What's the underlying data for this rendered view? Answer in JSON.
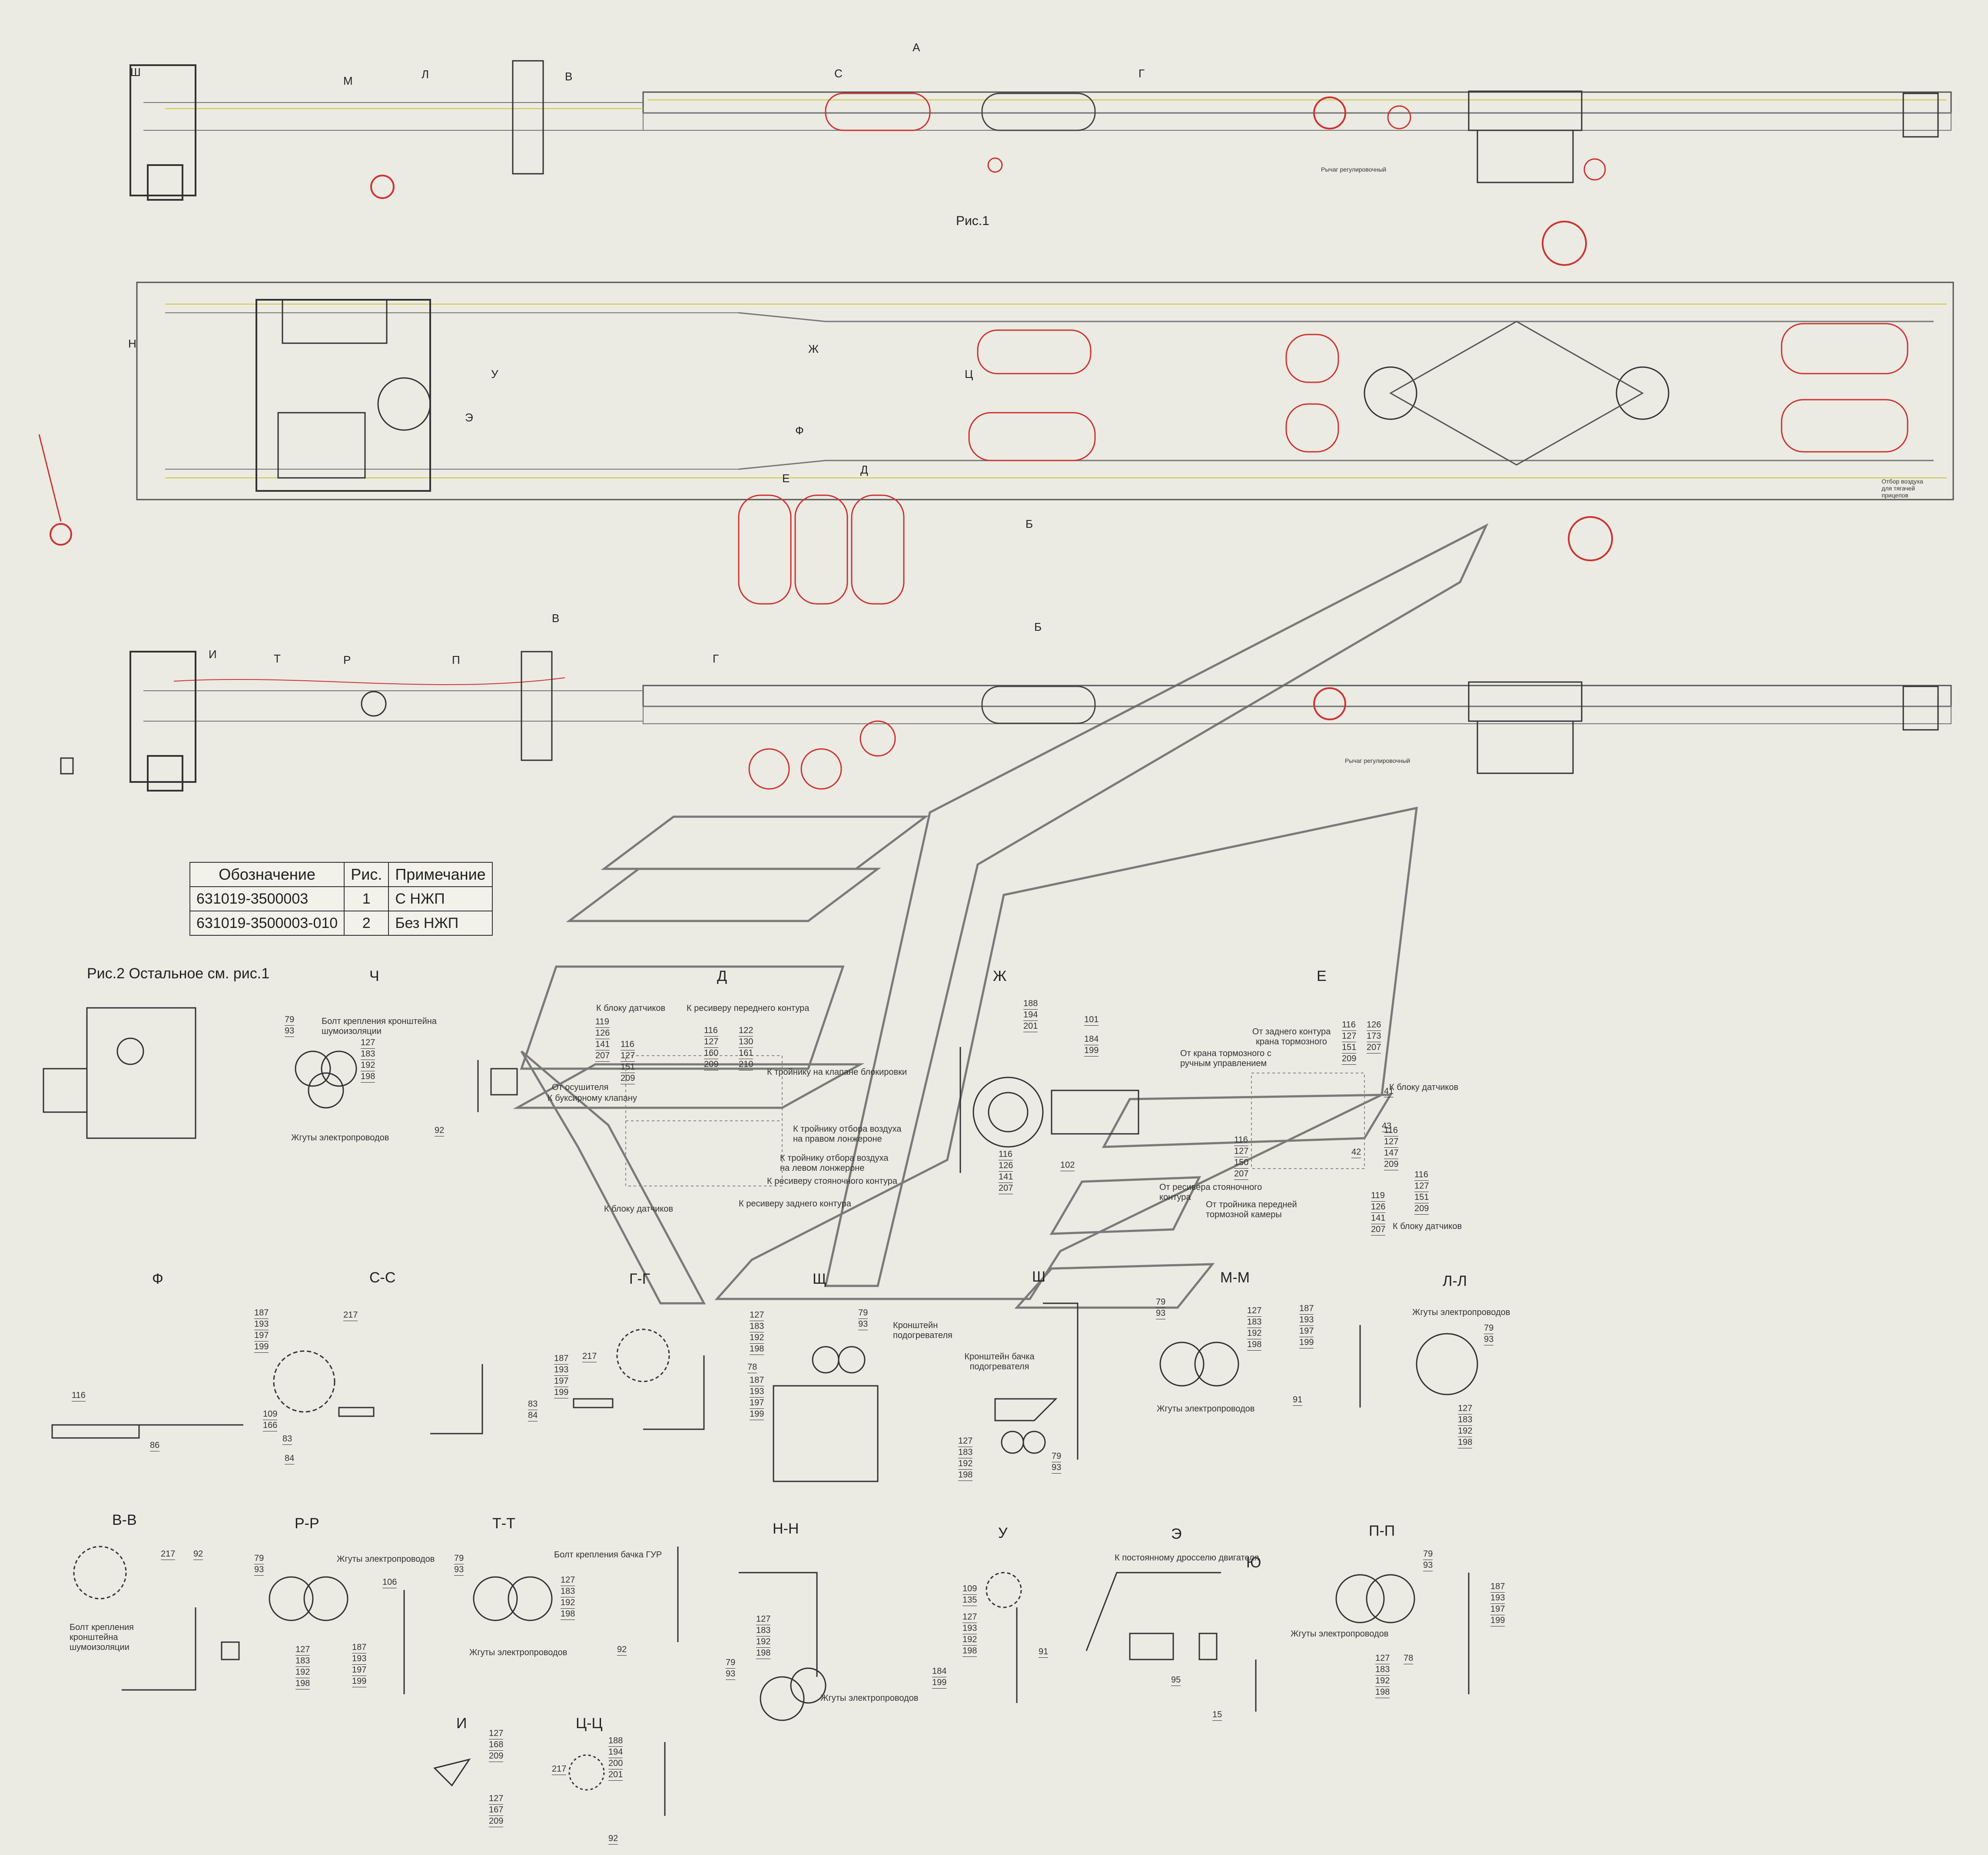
{
  "figure1": {
    "title": "Рис.1"
  },
  "figure2": {
    "title": "Рис.2 Остальное см. рис.1"
  },
  "table": {
    "headers": [
      "Обозначение",
      "Рис.",
      "Примечание"
    ],
    "rows": [
      [
        "631019-3500003",
        "1",
        "С НЖП"
      ],
      [
        "631019-3500003-010",
        "2",
        "Без НЖП"
      ]
    ]
  },
  "views": {
    "top": [
      "Ш",
      "М",
      "Л",
      "В",
      "А",
      "С",
      "Г"
    ],
    "middle": [
      "Н",
      "У",
      "Э",
      "Ж",
      "Ц",
      "Ф",
      "Д",
      "Е",
      "Б"
    ],
    "bottom": [
      "Т",
      "Р",
      "И",
      "П",
      "В",
      "Г",
      "Б"
    ]
  },
  "sections": {
    "ch": "Ч",
    "d": "Д",
    "zh": "Ж",
    "e": "Е",
    "f": "Ф",
    "cc": "С-С",
    "gg": "Г-Г",
    "shch": "Щ",
    "sh": "Ш",
    "mm": "М-М",
    "ll": "Л-Л",
    "vv": "В-В",
    "rr": "Р-Р",
    "tt": "Т-Т",
    "nn": "Н-Н",
    "u": "У",
    "e2": "Э",
    "yu": "Ю",
    "pp": "П-П",
    "i": "И",
    "tsts": "Ц-Ц"
  },
  "annotations": {
    "bolt_noise": "Болт крепления кронштейна шумоизоляции",
    "harness": "Жгуты электропроводов",
    "to_sensor_block": "К блоку датчиков",
    "to_front_receiver": "К ресиверу переднего контура",
    "to_tee_block_valve": "К тройнику на клапане блокировки",
    "from_dryer": "От осушителя",
    "to_tow_valve": "К буксирному клапану",
    "tee_right": "К тройнику отбора воздуха на правом лонжероне",
    "tee_left": "К тройнику отбора воздуха на левом лонжероне",
    "to_parking_receiver": "К ресиверу стояночного контура",
    "to_rear_receiver": "К ресиверу заднего контура",
    "from_rear_circuit": "От заднего контура крана тормозного",
    "from_hand_brake": "От крана тормозного с ручным управлением",
    "from_parking_receiver": "От ресивера стояночного контура",
    "from_front_tee": "От тройника передней тормозной камеры",
    "heater_bracket": "Кронштейн подогревателя",
    "heater_tank_bracket": "Кронштейн бачка подогревателя",
    "bolt_gur": "Болт крепления бачка ГУР",
    "to_const_throttle": "К постоянному дросселю двигателя",
    "adj_lever": "Рычаг регулировочный",
    "air_trailer": "Отбор воздуха для тягачей прицепов"
  },
  "sections_notes": {
    "ch": [
      "79",
      "93",
      "127",
      "183",
      "192",
      "198",
      "92"
    ],
    "f": [
      "116",
      "86"
    ],
    "cc": [
      "187",
      "193",
      "197",
      "199",
      "217",
      "109",
      "166",
      "83",
      "84"
    ],
    "gg": [
      "187",
      "193",
      "197",
      "199",
      "217",
      "83",
      "84"
    ],
    "shch": [
      "127",
      "183",
      "192",
      "198",
      "79",
      "93",
      "78",
      "187",
      "193",
      "197",
      "199"
    ],
    "sh": [
      "127",
      "183",
      "192",
      "198",
      "79",
      "93"
    ],
    "mm": [
      "79",
      "93",
      "127",
      "183",
      "192",
      "198",
      "187",
      "193",
      "197",
      "199",
      "91"
    ],
    "ll": [
      "79",
      "93",
      "127",
      "183",
      "192",
      "198"
    ],
    "vv": [
      "217",
      "92"
    ],
    "rr": [
      "79",
      "93",
      "106",
      "127",
      "183",
      "192",
      "198",
      "187",
      "193",
      "197",
      "199"
    ],
    "tt": [
      "79",
      "93",
      "127",
      "183",
      "192",
      "198",
      "92"
    ],
    "nn": [
      "127",
      "183",
      "192",
      "198",
      "79",
      "93"
    ],
    "u": [
      "109",
      "135",
      "127",
      "193",
      "192",
      "198",
      "91",
      "184",
      "199"
    ],
    "e2": [
      "95",
      "15"
    ],
    "pp": [
      "79",
      "93",
      "187",
      "193",
      "197",
      "199",
      "127",
      "183",
      "192",
      "198",
      "78"
    ],
    "i": [
      "127",
      "168",
      "209",
      "127",
      "167",
      "209"
    ],
    "tsts": [
      "188",
      "194",
      "200",
      "201",
      "217",
      "92"
    ]
  },
  "d_notes": [
    "119",
    "126",
    "141",
    "207",
    "116",
    "127",
    "151",
    "209",
    "116",
    "127",
    "160",
    "209",
    "122",
    "130",
    "161",
    "210"
  ],
  "zh_notes": [
    "188",
    "194",
    "201",
    "101",
    "184",
    "199",
    "116",
    "126",
    "141",
    "207",
    "102"
  ],
  "e_notes": [
    "116",
    "127",
    "151",
    "209",
    "126",
    "173",
    "207",
    "41",
    "43",
    "116",
    "127",
    "147",
    "209",
    "42",
    "116",
    "127",
    "151",
    "209",
    "119",
    "126",
    "141",
    "207",
    "116",
    "127",
    "150",
    "207"
  ]
}
